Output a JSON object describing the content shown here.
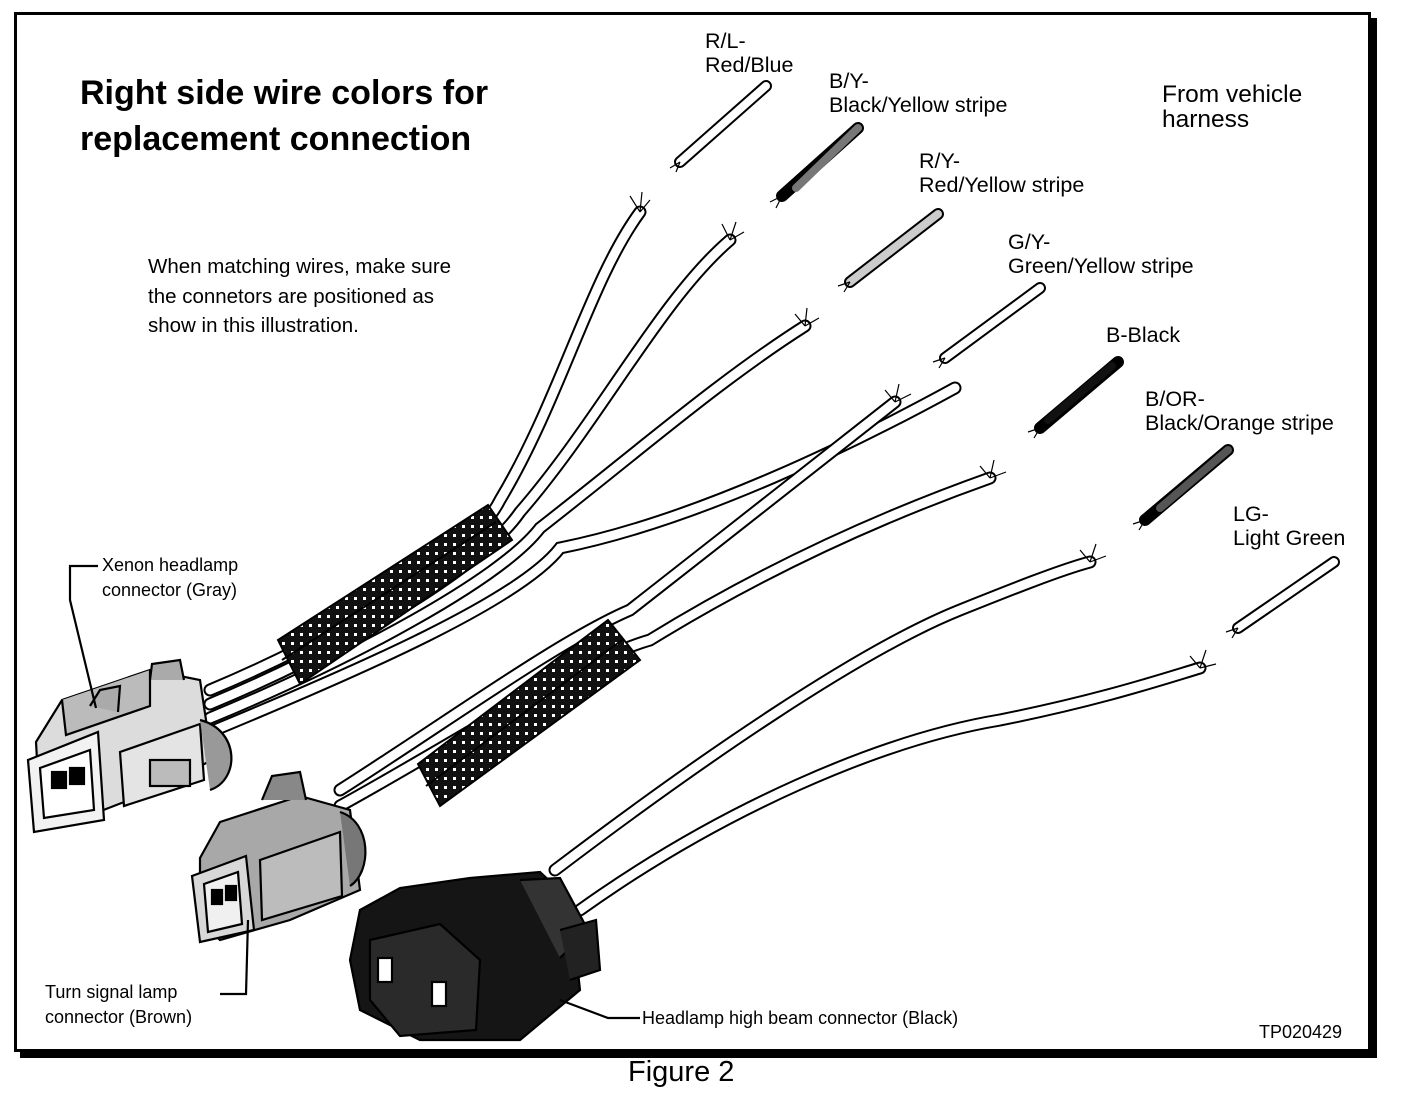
{
  "title": {
    "line1": "Right side wire colors for",
    "line2": "replacement connection"
  },
  "note": {
    "line1": "When matching wires, make sure",
    "line2": "the connetors are positioned as",
    "line3": "show in this illustration."
  },
  "harness_label": {
    "line1": "From vehicle",
    "line2": "harness"
  },
  "wires": [
    {
      "code": "R/L-",
      "name": "Red/Blue"
    },
    {
      "code": "B/Y-",
      "name": "Black/Yellow stripe"
    },
    {
      "code": "R/Y-",
      "name": "Red/Yellow stripe"
    },
    {
      "code": "G/Y-",
      "name": "Green/Yellow stripe"
    },
    {
      "code": "",
      "name": "B-Black"
    },
    {
      "code": "B/OR-",
      "name": "Black/Orange stripe"
    },
    {
      "code": "LG-",
      "name": "Light Green"
    }
  ],
  "connectors": {
    "xenon": {
      "line1": "Xenon headlamp",
      "line2": "connector (Gray)"
    },
    "turn": {
      "line1": "Turn signal lamp",
      "line2": "connector (Brown)"
    },
    "highbeam": {
      "label": "Headlamp high beam connector (Black)"
    }
  },
  "figure_code": "TP020429",
  "caption": "Figure 2",
  "colors": {
    "ink": "#000000",
    "paper": "#ffffff",
    "gray_connector": "#c8c8c8",
    "brown_connector": "#9a9a9a",
    "black_connector": "#1a1a1a"
  }
}
